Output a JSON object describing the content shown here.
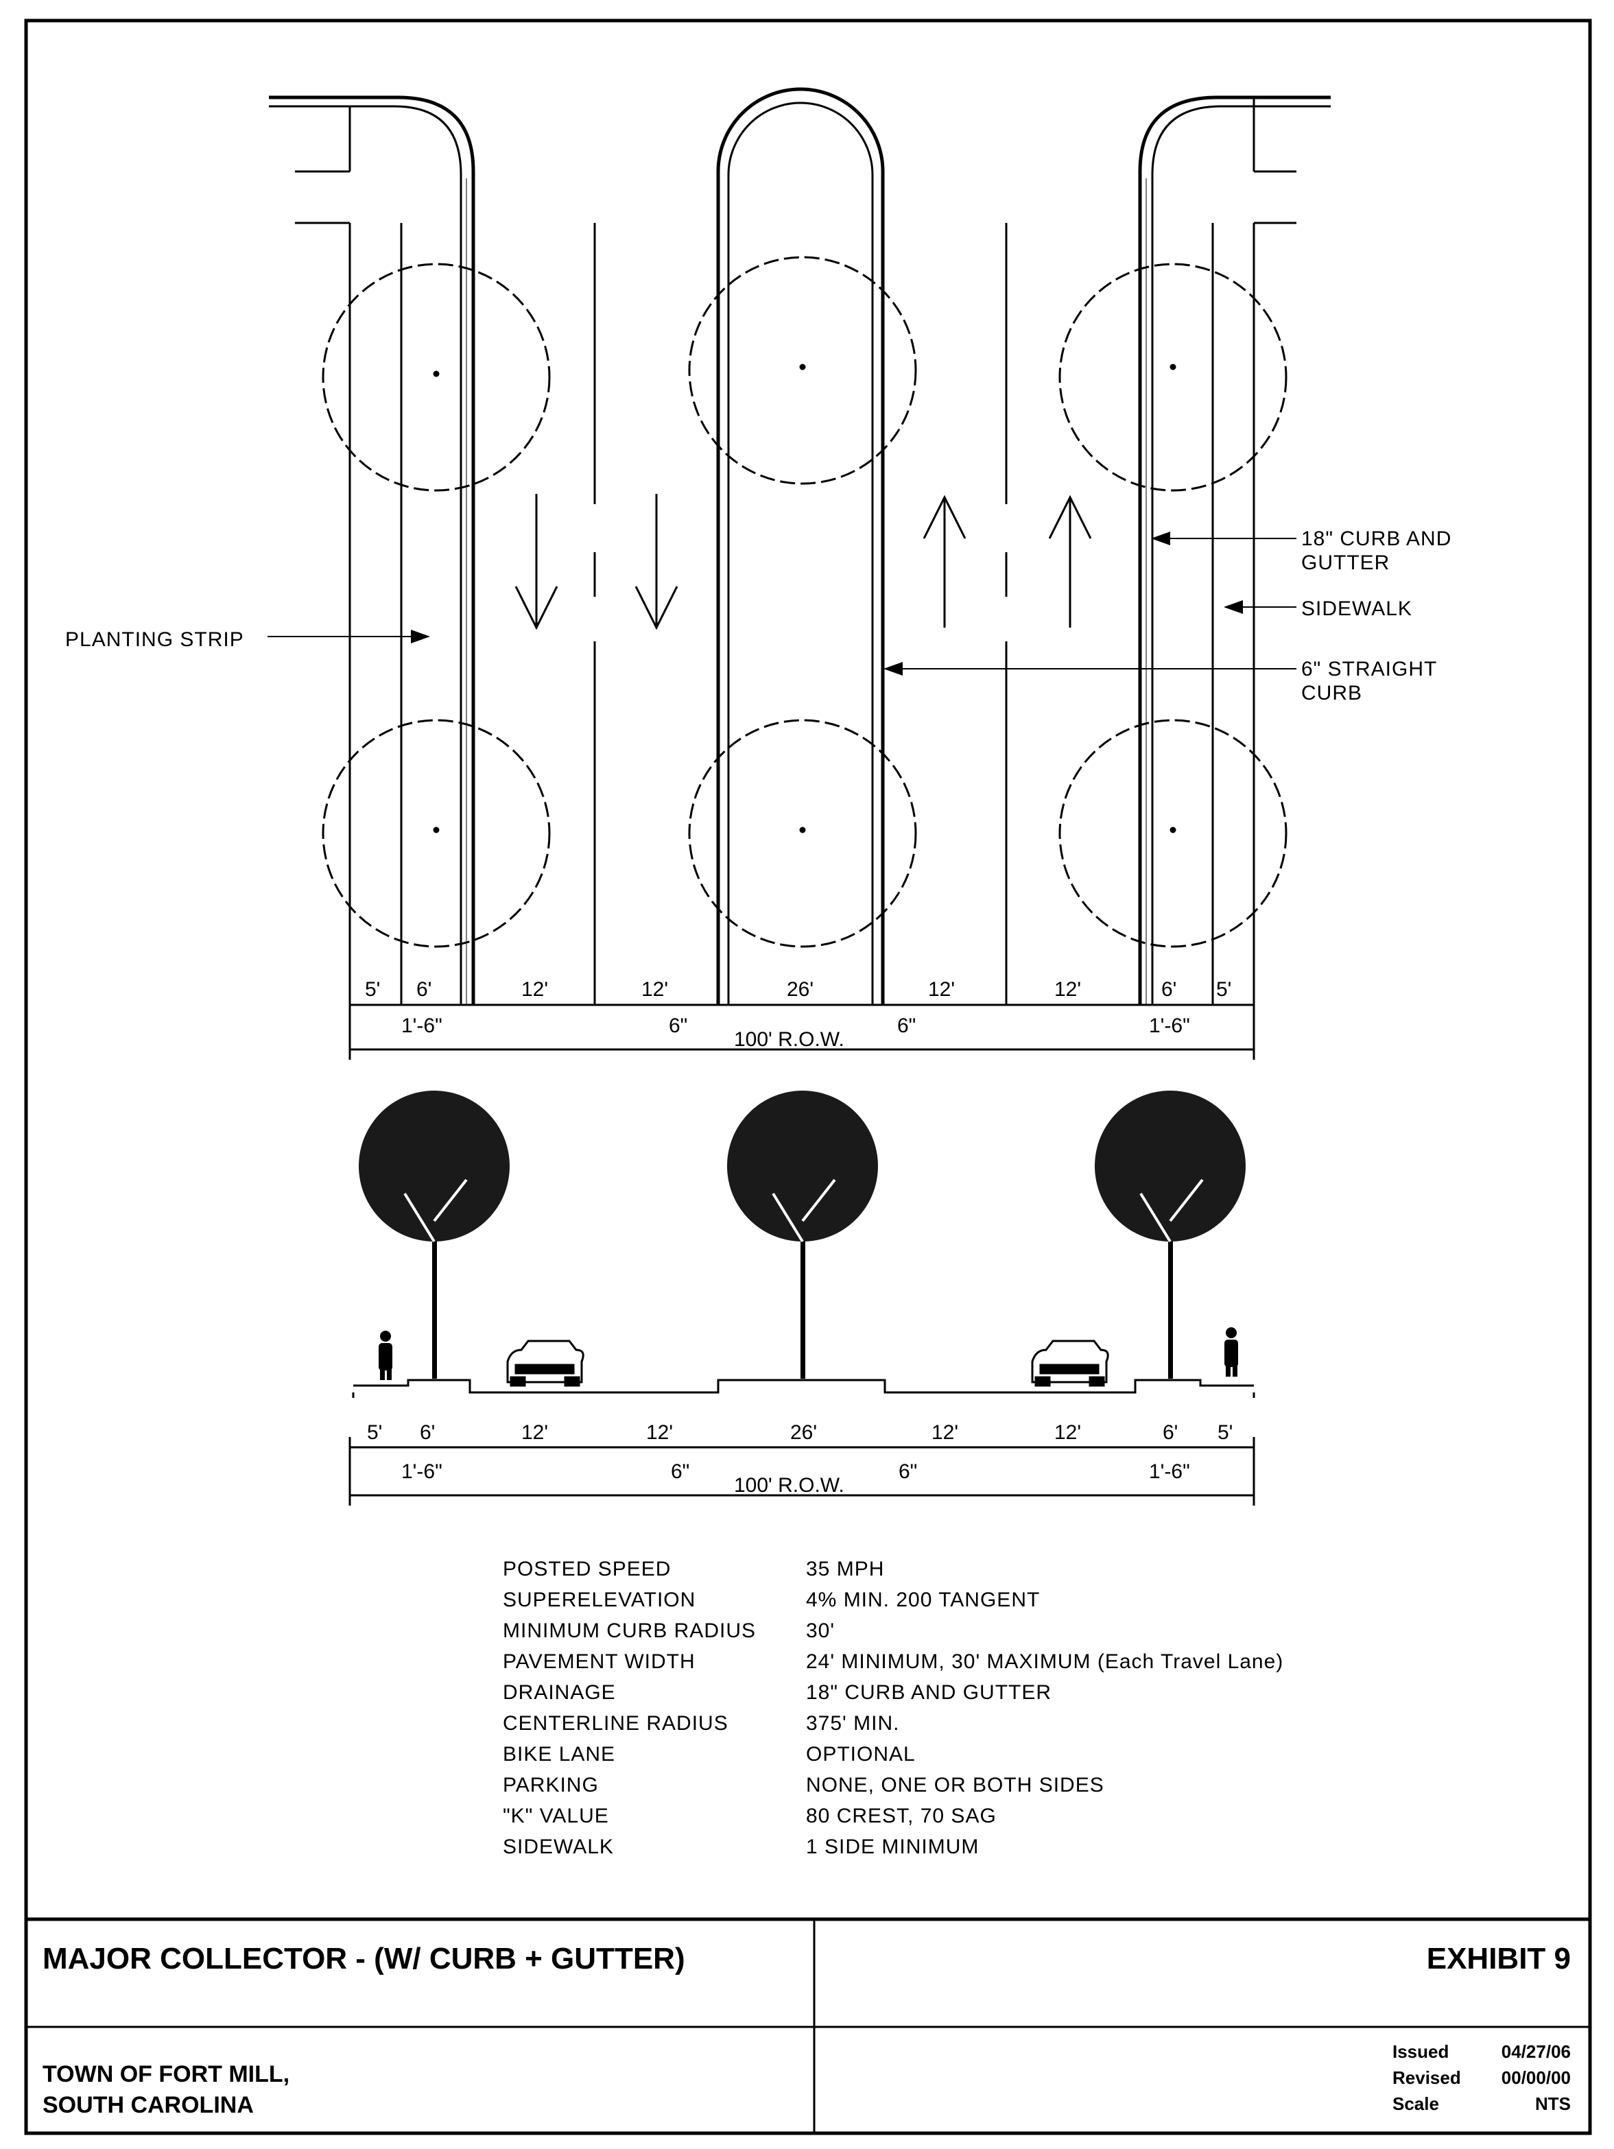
{
  "plan_labels": {
    "planting_strip": "PLANTING STRIP",
    "curb_gutter_1": "18\" CURB AND",
    "curb_gutter_2": "GUTTER",
    "sidewalk": "SIDEWALK",
    "straight_curb_1": "6\" STRAIGHT",
    "straight_curb_2": "CURB"
  },
  "dimensions": {
    "segments": [
      "5'",
      "6'",
      "12'",
      "12'",
      "26'",
      "12'",
      "12'",
      "6'",
      "5'"
    ],
    "curb_left": "1'-6\"",
    "curb_right": "1'-6\"",
    "median_left": "6\"",
    "median_right": "6\"",
    "row": "100' R.O.W."
  },
  "specs": [
    {
      "label": "POSTED SPEED",
      "value": "35 MPH"
    },
    {
      "label": "SUPERELEVATION",
      "value": "4% MIN. 200 TANGENT"
    },
    {
      "label": "MINIMUM CURB RADIUS",
      "value": "30'"
    },
    {
      "label": "PAVEMENT WIDTH",
      "value": "24' MINIMUM, 30' MAXIMUM (Each Travel Lane)"
    },
    {
      "label": "DRAINAGE",
      "value": "18\" CURB AND GUTTER"
    },
    {
      "label": "CENTERLINE RADIUS",
      "value": "375' MIN."
    },
    {
      "label": "BIKE LANE",
      "value": "OPTIONAL"
    },
    {
      "label": "PARKING",
      "value": "NONE, ONE OR BOTH SIDES"
    },
    {
      "label": "\"K\" VALUE",
      "value": "80 CREST, 70 SAG"
    },
    {
      "label": "SIDEWALK",
      "value": "1 SIDE MINIMUM"
    }
  ],
  "title_block": {
    "title": "MAJOR COLLECTOR - (W/ CURB + GUTTER)",
    "exhibit": "EXHIBIT 9",
    "town_1": "TOWN OF FORT MILL,",
    "town_2": "SOUTH CAROLINA",
    "issued_label": "Issued",
    "issued_value": "04/27/06",
    "revised_label": "Revised",
    "revised_value": "00/00/00",
    "scale_label": "Scale",
    "scale_value": "NTS"
  }
}
